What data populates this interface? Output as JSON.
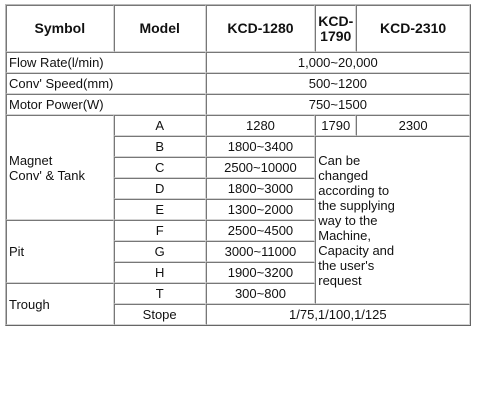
{
  "header": {
    "symbol": "Symbol",
    "model": "Model",
    "kcd1280": "KCD-1280",
    "kcd1790_line1": "KCD-",
    "kcd1790_line2": "1790",
    "kcd2310": "KCD-2310"
  },
  "rows": {
    "flow_rate": {
      "label": "Flow Rate(l/min)",
      "value": "1,000~20,000"
    },
    "conv_speed": {
      "label": "Conv' Speed(mm)",
      "value": "500~1200"
    },
    "motor_power": {
      "label": "Motor Power(W)",
      "value": "750~1500"
    }
  },
  "magnet": {
    "label_line1": "Magnet",
    "label_line2": "Conv' & Tank",
    "a": {
      "code": "A",
      "v1280": "1280",
      "v1790": "1790",
      "v2310": "2300"
    },
    "b": {
      "code": "B",
      "value": "1800~3400"
    },
    "c": {
      "code": "C",
      "value": "2500~10000"
    },
    "d": {
      "code": "D",
      "value": "1800~3000"
    },
    "e": {
      "code": "E",
      "value": "1300~2000"
    }
  },
  "pit": {
    "label": "Pit",
    "f": {
      "code": "F",
      "value": "2500~4500"
    },
    "g": {
      "code": "G",
      "value": "3000~11000"
    },
    "h": {
      "code": "H",
      "value": "1900~3200"
    }
  },
  "trough": {
    "label": "Trough",
    "t": {
      "code": "T",
      "value": "300~800"
    },
    "stope": {
      "code": "Stope",
      "value": "1/75,1/100,1/125"
    }
  },
  "note": {
    "lines": [
      "Can be",
      "changed",
      "according to",
      "the supplying",
      "way to the",
      "Machine,",
      "Capacity and",
      "the user's",
      "request"
    ]
  }
}
